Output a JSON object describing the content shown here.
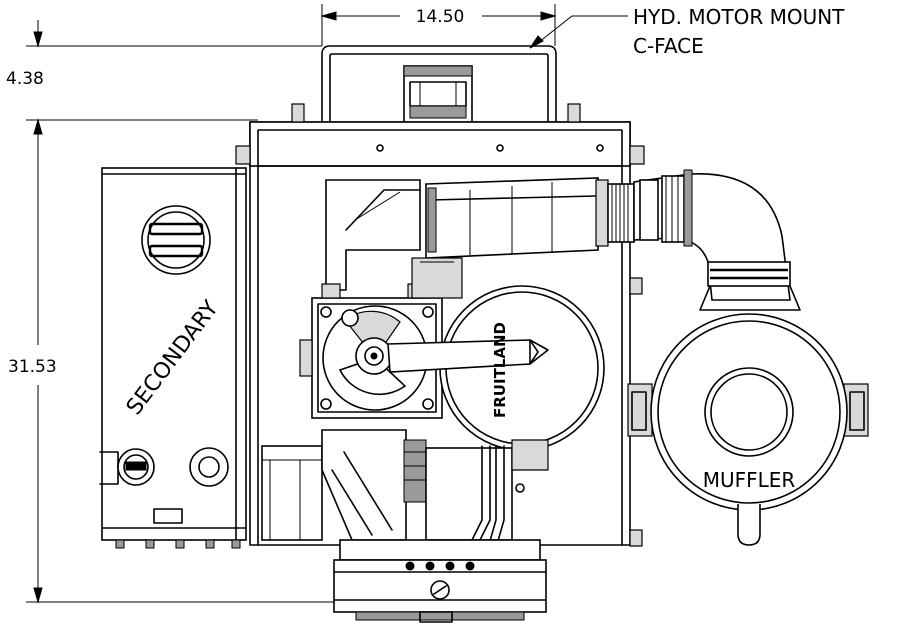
{
  "dimensions": {
    "width_top": "14.50",
    "height_offset": "4.38",
    "height_total": "31.53"
  },
  "callouts": {
    "motor_mount_line1": "HYD. MOTOR MOUNT",
    "motor_mount_line2": "C-FACE"
  },
  "labels": {
    "secondary": "SECONDARY",
    "muffler": "MUFFLER",
    "brand": "FRUITLAND"
  }
}
